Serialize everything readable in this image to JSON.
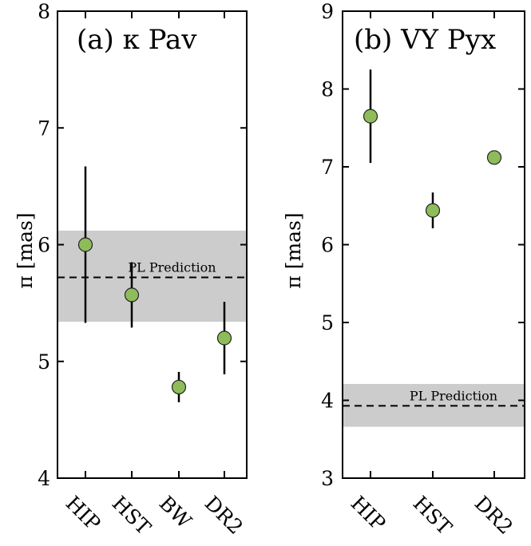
{
  "chart_data": [
    {
      "type": "scatter",
      "title": "(a) κ Pav",
      "ylabel": "π [mas]",
      "ylim": [
        4,
        8
      ],
      "yticks": [
        "4",
        "5",
        "6",
        "7",
        "8"
      ],
      "categories": [
        "HIP",
        "HST",
        "BW",
        "DR2"
      ],
      "values": [
        6.0,
        5.57,
        4.78,
        5.2
      ],
      "errors": [
        0.67,
        0.28,
        0.13,
        0.31
      ],
      "marker_color": "#8fbc5a",
      "band": {
        "label": "PL Prediction",
        "value": 5.72,
        "low": 5.34,
        "high": 6.12,
        "color": "#cccccc"
      },
      "grid": false
    },
    {
      "type": "scatter",
      "title": "(b) VY Pyx",
      "ylabel": "π [mas]",
      "ylim": [
        3,
        9
      ],
      "yticks": [
        "3",
        "4",
        "5",
        "6",
        "7",
        "8",
        "9"
      ],
      "categories": [
        "HIP",
        "HST",
        "DR2"
      ],
      "values": [
        7.65,
        6.44,
        7.12
      ],
      "errors": [
        0.6,
        0.23,
        0.05
      ],
      "marker_color": "#8fbc5a",
      "band": {
        "label": "PL Prediction",
        "value": 3.93,
        "low": 3.66,
        "high": 4.21,
        "color": "#cccccc"
      },
      "grid": false
    }
  ]
}
